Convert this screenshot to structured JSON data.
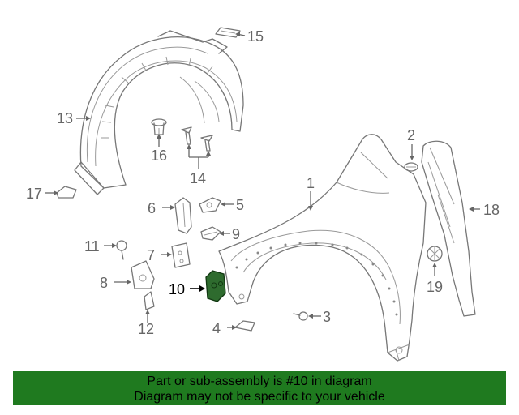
{
  "callouts": [
    {
      "id": "1",
      "label": "1"
    },
    {
      "id": "2",
      "label": "2"
    },
    {
      "id": "3",
      "label": "3"
    },
    {
      "id": "4",
      "label": "4"
    },
    {
      "id": "5",
      "label": "5"
    },
    {
      "id": "6",
      "label": "6"
    },
    {
      "id": "7",
      "label": "7"
    },
    {
      "id": "8",
      "label": "8"
    },
    {
      "id": "9",
      "label": "9"
    },
    {
      "id": "10",
      "label": "10",
      "highlighted": true
    },
    {
      "id": "11",
      "label": "11"
    },
    {
      "id": "12",
      "label": "12"
    },
    {
      "id": "13",
      "label": "13"
    },
    {
      "id": "14",
      "label": "14"
    },
    {
      "id": "15",
      "label": "15"
    },
    {
      "id": "16",
      "label": "16"
    },
    {
      "id": "17",
      "label": "17"
    },
    {
      "id": "18",
      "label": "18"
    },
    {
      "id": "19",
      "label": "19"
    }
  ],
  "banner": {
    "line1": "Part or sub-assembly is #10 in diagram",
    "line2": "Diagram may not be specific to your vehicle"
  },
  "colors": {
    "banner_bg": "#1f7a1f",
    "highlight_part": "#2e6b2e",
    "line_art": "#777777"
  }
}
